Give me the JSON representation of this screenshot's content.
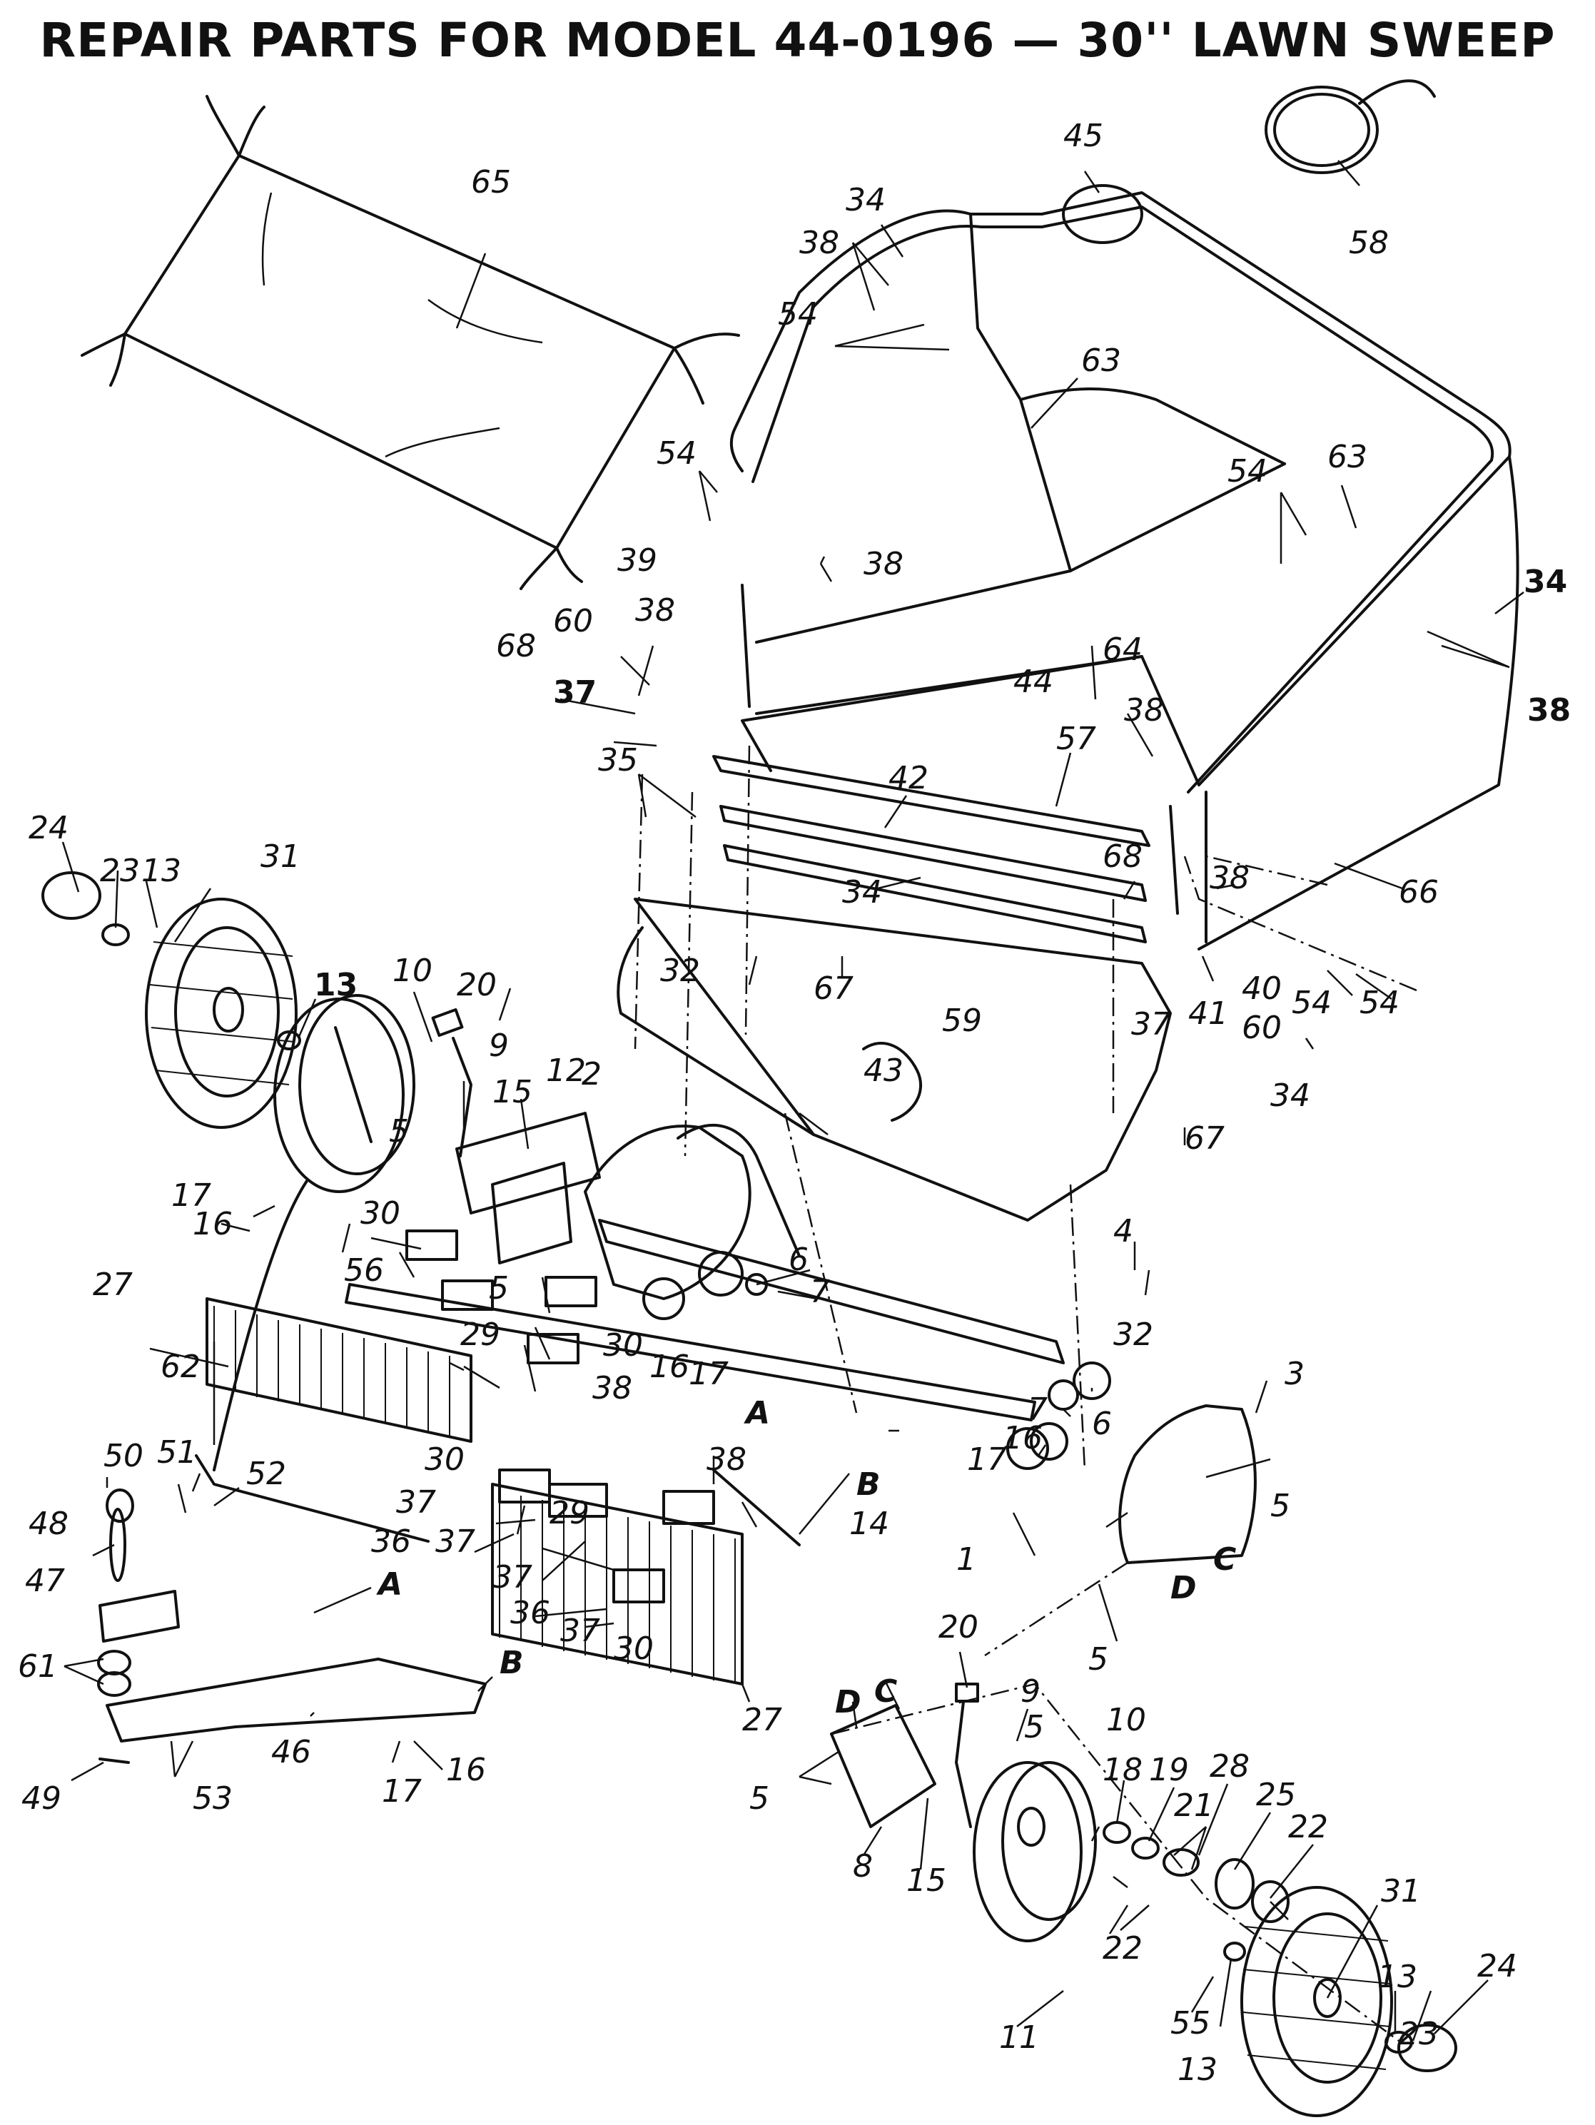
{
  "title": "REPAIR PARTS FOR MODEL 44-0196 — 30'' LAWN SWEEP",
  "labels": [
    {
      "id": "65",
      "t": "65"
    },
    {
      "id": "45",
      "t": "45"
    },
    {
      "id": "58",
      "t": "58"
    },
    {
      "id": "34a",
      "t": "34"
    },
    {
      "id": "38a",
      "t": "38"
    },
    {
      "id": "54a",
      "t": "54"
    },
    {
      "id": "63a",
      "t": "63"
    },
    {
      "id": "54b",
      "t": "54"
    },
    {
      "id": "38b",
      "t": "38"
    },
    {
      "id": "54c",
      "t": "54"
    },
    {
      "id": "63b",
      "t": "63"
    },
    {
      "id": "34b",
      "t": "34"
    },
    {
      "id": "39",
      "t": "39"
    },
    {
      "id": "38c",
      "t": "38"
    },
    {
      "id": "60a",
      "t": "60"
    },
    {
      "id": "68a",
      "t": "68"
    },
    {
      "id": "37a",
      "t": "37"
    },
    {
      "id": "64",
      "t": "64"
    },
    {
      "id": "38d",
      "t": "38"
    },
    {
      "id": "44",
      "t": "44"
    },
    {
      "id": "38e",
      "t": "38"
    },
    {
      "id": "57",
      "t": "57"
    },
    {
      "id": "35",
      "t": "35"
    },
    {
      "id": "42",
      "t": "42"
    },
    {
      "id": "66",
      "t": "66"
    },
    {
      "id": "24a",
      "t": "24"
    },
    {
      "id": "23a",
      "t": "23"
    },
    {
      "id": "13a",
      "t": "13"
    },
    {
      "id": "31a",
      "t": "31"
    },
    {
      "id": "34c",
      "t": "34"
    },
    {
      "id": "68b",
      "t": "68"
    },
    {
      "id": "38f",
      "t": "38"
    },
    {
      "id": "32a",
      "t": "32"
    },
    {
      "id": "67a",
      "t": "67"
    },
    {
      "id": "40",
      "t": "40"
    },
    {
      "id": "54d",
      "t": "54"
    },
    {
      "id": "54e",
      "t": "54"
    },
    {
      "id": "10a",
      "t": "10"
    },
    {
      "id": "13b",
      "t": "13"
    },
    {
      "id": "20a",
      "t": "20"
    },
    {
      "id": "41",
      "t": "41"
    },
    {
      "id": "59",
      "t": "59"
    },
    {
      "id": "37b",
      "t": "37"
    },
    {
      "id": "60b",
      "t": "60"
    },
    {
      "id": "9a",
      "t": "9"
    },
    {
      "id": "12",
      "t": "12"
    },
    {
      "id": "2",
      "t": "2"
    },
    {
      "id": "43",
      "t": "43"
    },
    {
      "id": "34d",
      "t": "34"
    },
    {
      "id": "67b",
      "t": "67"
    },
    {
      "id": "15a",
      "t": "15"
    },
    {
      "id": "5a",
      "t": "5"
    },
    {
      "id": "17a",
      "t": "17"
    },
    {
      "id": "16a",
      "t": "16"
    },
    {
      "id": "30a",
      "t": "30"
    },
    {
      "id": "4",
      "t": "4"
    },
    {
      "id": "56",
      "t": "56"
    },
    {
      "id": "5b",
      "t": "5"
    },
    {
      "id": "6a",
      "t": "6"
    },
    {
      "id": "7a",
      "t": "7"
    },
    {
      "id": "27a",
      "t": "27"
    },
    {
      "id": "29a",
      "t": "29"
    },
    {
      "id": "30b",
      "t": "30"
    },
    {
      "id": "32b",
      "t": "32"
    },
    {
      "id": "16b",
      "t": "16"
    },
    {
      "id": "17b",
      "t": "17"
    },
    {
      "id": "62",
      "t": "62"
    },
    {
      "id": "38g",
      "t": "38"
    },
    {
      "id": "3",
      "t": "3"
    },
    {
      "id": "A1",
      "t": "A"
    },
    {
      "id": "51",
      "t": "51"
    },
    {
      "id": "50",
      "t": "50"
    },
    {
      "id": "52",
      "t": "52"
    },
    {
      "id": "30c",
      "t": "30"
    },
    {
      "id": "38h",
      "t": "38"
    },
    {
      "id": "7b",
      "t": "7"
    },
    {
      "id": "16c",
      "t": "16"
    },
    {
      "id": "6b",
      "t": "6"
    },
    {
      "id": "17c",
      "t": "17"
    },
    {
      "id": "B1",
      "t": "B"
    },
    {
      "id": "37c",
      "t": "37"
    },
    {
      "id": "29b",
      "t": "29"
    },
    {
      "id": "48",
      "t": "48"
    },
    {
      "id": "36a",
      "t": "36"
    },
    {
      "id": "37d",
      "t": "37"
    },
    {
      "id": "14",
      "t": "14"
    },
    {
      "id": "5c",
      "t": "5"
    },
    {
      "id": "C1",
      "t": "C"
    },
    {
      "id": "1",
      "t": "1"
    },
    {
      "id": "37e",
      "t": "37"
    },
    {
      "id": "D1",
      "t": "D"
    },
    {
      "id": "47",
      "t": "47"
    },
    {
      "id": "36b",
      "t": "36"
    },
    {
      "id": "61",
      "t": "61"
    },
    {
      "id": "A2",
      "t": "A"
    },
    {
      "id": "37f",
      "t": "37"
    },
    {
      "id": "30d",
      "t": "30"
    },
    {
      "id": "5d",
      "t": "5"
    },
    {
      "id": "20b",
      "t": "20"
    },
    {
      "id": "9b",
      "t": "9"
    },
    {
      "id": "B2",
      "t": "B"
    },
    {
      "id": "D2",
      "t": "D"
    },
    {
      "id": "C2",
      "t": "C"
    },
    {
      "id": "5e",
      "t": "5"
    },
    {
      "id": "10b",
      "t": "10"
    },
    {
      "id": "27b",
      "t": "27"
    },
    {
      "id": "46",
      "t": "46"
    },
    {
      "id": "18",
      "t": "18"
    },
    {
      "id": "19",
      "t": "19"
    },
    {
      "id": "28",
      "t": "28"
    },
    {
      "id": "49",
      "t": "49"
    },
    {
      "id": "53",
      "t": "53"
    },
    {
      "id": "17d",
      "t": "17"
    },
    {
      "id": "16d",
      "t": "16"
    },
    {
      "id": "5f",
      "t": "5"
    },
    {
      "id": "21",
      "t": "21"
    },
    {
      "id": "25",
      "t": "25"
    },
    {
      "id": "22a",
      "t": "22"
    },
    {
      "id": "8",
      "t": "8"
    },
    {
      "id": "15b",
      "t": "15"
    },
    {
      "id": "31b",
      "t": "31"
    },
    {
      "id": "22b",
      "t": "22"
    },
    {
      "id": "11",
      "t": "11"
    },
    {
      "id": "55",
      "t": "55"
    },
    {
      "id": "13c",
      "t": "13"
    },
    {
      "id": "13d",
      "t": "13"
    },
    {
      "id": "23b",
      "t": "23"
    },
    {
      "id": "24b",
      "t": "24"
    }
  ]
}
